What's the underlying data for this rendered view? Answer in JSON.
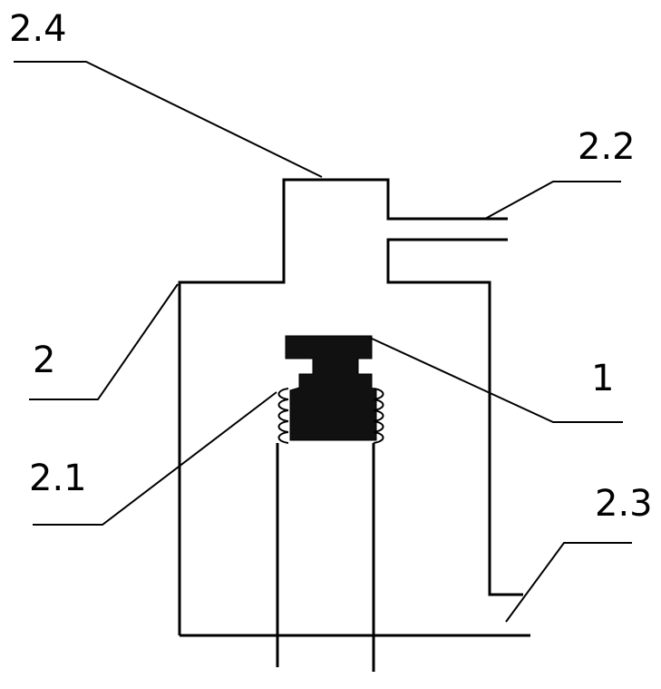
{
  "labels": {
    "housing": "2",
    "component": "1",
    "seal_ring": "2.1",
    "outlet_port": "2.2",
    "base": "2.3",
    "cap": "2.4"
  },
  "colors": {
    "ink": "#000000",
    "background": "#ffffff",
    "component_fill": "#111111"
  }
}
